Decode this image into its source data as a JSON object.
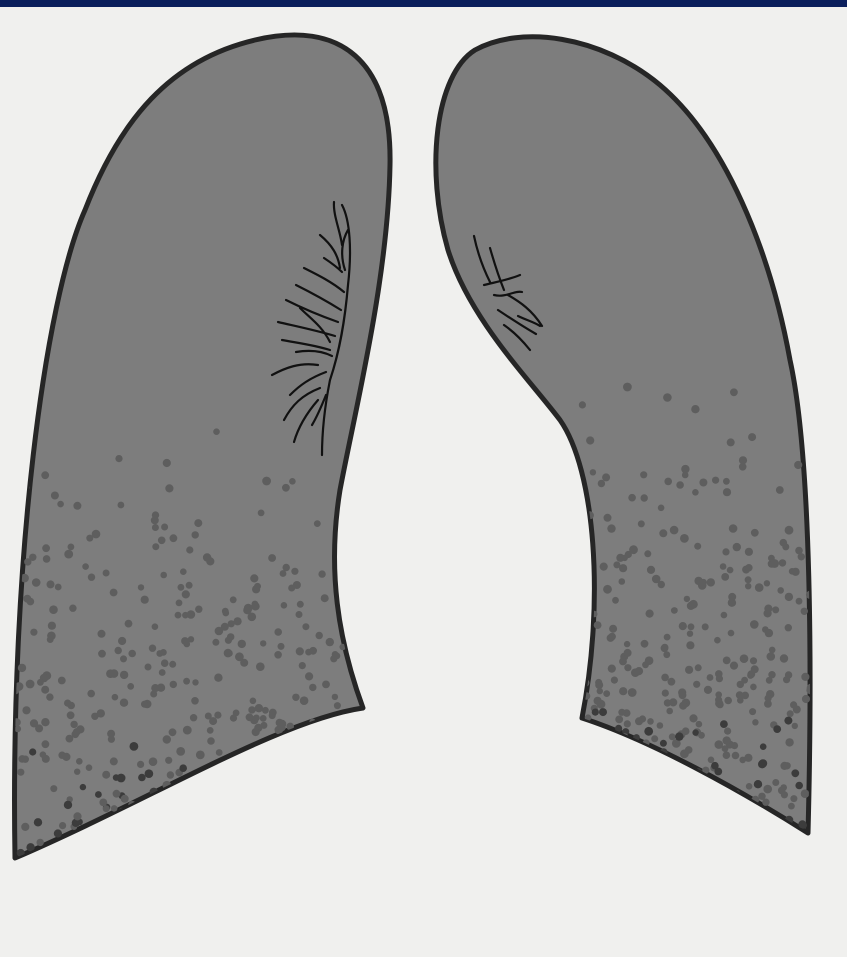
{
  "colors": {
    "paper": "#f0f0ee",
    "top_band": "#0b1f5c",
    "lung_fill": "#7d7d7d",
    "outline": "#262626",
    "nodule": "#5e5e5e",
    "nodule_dark": "#3c3c3c",
    "vessel": "#111111"
  },
  "structures": [
    {
      "id": "right-lung",
      "label": ""
    },
    {
      "id": "left-lung",
      "label": ""
    }
  ],
  "findings": [
    {
      "id": "basal-nodularity",
      "description_visible": false
    },
    {
      "id": "hilar-vessel-markings",
      "description_visible": false
    }
  ]
}
